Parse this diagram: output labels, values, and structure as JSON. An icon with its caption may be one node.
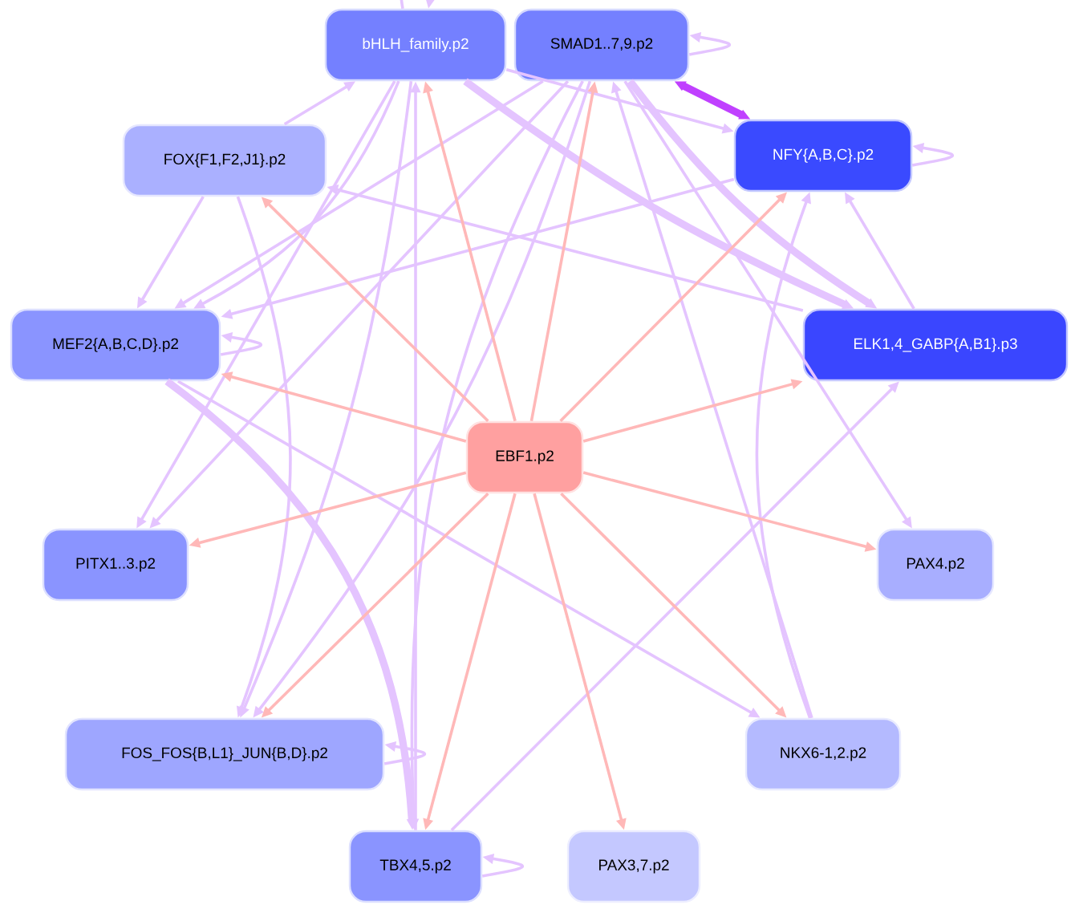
{
  "diagram": {
    "nodes": [
      {
        "text": [
          "EBF1.p2"
        ]
      },
      {
        "text": [
          "bHLH_family.p2"
        ]
      },
      {
        "text": [
          "SMAD1..7,9.p2"
        ]
      },
      {
        "text": [
          "FOX{F1,F2,J1}.p2"
        ]
      },
      {
        "text": [
          "NFY{A,B,C}.p2"
        ]
      },
      {
        "text": [
          "MEF2{A,B,C,D}.p2"
        ]
      },
      {
        "text": [
          "ELK1,4_GABP{A,B1}.p3"
        ]
      },
      {
        "text": [
          "PITX1..3.p2"
        ]
      },
      {
        "text": [
          "PAX4.p2"
        ]
      },
      {
        "text": [
          "FOS_FOS{B,L1}_JUN{B,D}.p2"
        ]
      },
      {
        "text": [
          "NKX6-1,2.p2"
        ]
      },
      {
        "text": [
          "TBX4,5.p2"
        ]
      },
      {
        "text": [
          "PAX3,7.p2"
        ]
      }
    ],
    "edges": [
      {
        "from": 0,
        "to": 1,
        "arrow": "to",
        "color": "#ffb8b8"
      },
      {
        "from": 0,
        "to": 2,
        "arrow": "to",
        "color": "#ffb8b8"
      },
      {
        "from": 0,
        "to": 3,
        "arrow": "to",
        "color": "#ffb8b8"
      },
      {
        "from": 0,
        "to": 4,
        "arrow": "to",
        "color": "#ffb8b8"
      },
      {
        "from": 0,
        "to": 5,
        "arrow": "to",
        "color": "#ffb8b8"
      },
      {
        "from": 0,
        "to": 6,
        "arrow": "to",
        "color": "#ffb8b8"
      },
      {
        "from": 0,
        "to": 7,
        "arrow": "to",
        "color": "#ffb8b8"
      },
      {
        "from": 0,
        "to": 8,
        "arrow": "to",
        "color": "#ffb8b8"
      },
      {
        "from": 0,
        "to": 9,
        "arrow": "to",
        "color": "#ffb8b8"
      },
      {
        "from": 0,
        "to": 10,
        "arrow": "to",
        "color": "#ffb8b8"
      },
      {
        "from": 0,
        "to": 11,
        "arrow": "to",
        "color": "#ffb8b8"
      },
      {
        "from": 0,
        "to": 12,
        "arrow": "to",
        "color": "#ffb8b8"
      },
      {
        "from": 2,
        "to": 4,
        "arrow": "both",
        "style": "thick",
        "color": "#c040ff"
      },
      {
        "from": 1,
        "to": 1,
        "arrow": "to"
      },
      {
        "from": 2,
        "to": 2,
        "arrow": "to"
      },
      {
        "from": 4,
        "to": 4,
        "arrow": "to"
      },
      {
        "from": 5,
        "to": 5,
        "arrow": "to"
      },
      {
        "from": 9,
        "to": 9,
        "arrow": "to"
      },
      {
        "from": 11,
        "to": 11,
        "arrow": "to"
      },
      {
        "from": 3,
        "to": 1,
        "arrow": "to"
      },
      {
        "from": 4,
        "to": 5,
        "arrow": "to"
      },
      {
        "from": 6,
        "to": 4,
        "arrow": "to"
      },
      {
        "from": 10,
        "to": 4,
        "arrow": "to"
      },
      {
        "from": 1,
        "to": 4,
        "arrow": "to"
      },
      {
        "from": 1,
        "to": 6,
        "arrow": "to",
        "style": "thick"
      },
      {
        "from": 2,
        "to": 6,
        "arrow": "to",
        "style": "thick"
      },
      {
        "from": 3,
        "to": 5,
        "arrow": "to"
      },
      {
        "from": 3,
        "to": 9,
        "arrow": "to"
      },
      {
        "from": 6,
        "to": 3,
        "arrow": "to"
      },
      {
        "from": 11,
        "to": 1,
        "arrow": "to"
      },
      {
        "from": 1,
        "to": 9,
        "arrow": "to"
      },
      {
        "from": 2,
        "to": 9,
        "arrow": "to"
      },
      {
        "from": 2,
        "to": 7,
        "arrow": "to"
      },
      {
        "from": 1,
        "to": 7,
        "arrow": "to"
      },
      {
        "from": 5,
        "to": 11,
        "arrow": "to",
        "style": "thick"
      },
      {
        "from": 2,
        "to": 11,
        "arrow": "to"
      },
      {
        "from": 2,
        "to": 5,
        "arrow": "to"
      },
      {
        "from": 1,
        "to": 5,
        "arrow": "to"
      },
      {
        "from": 11,
        "to": 6,
        "arrow": "to"
      },
      {
        "from": 2,
        "to": 8,
        "arrow": "to"
      },
      {
        "from": 5,
        "to": 10,
        "arrow": "to"
      },
      {
        "from": 10,
        "to": 2,
        "arrow": "to"
      }
    ]
  }
}
